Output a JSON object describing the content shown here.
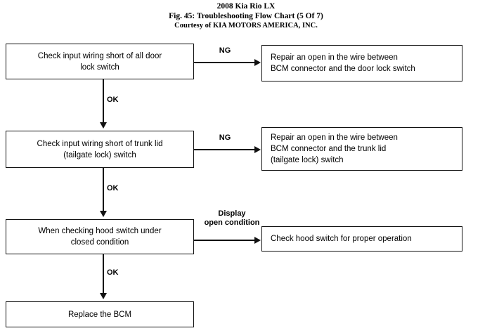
{
  "header": {
    "line1": "2008 Kia Rio LX",
    "line2": "Fig. 45: Troubleshooting Flow Chart (5 Of 7)",
    "line3": "Courtesy of KIA MOTORS AMERICA, INC."
  },
  "chart_data": {
    "type": "diagram",
    "title": "Fig. 45: Troubleshooting Flow Chart (5 Of 7)",
    "nodes": [
      {
        "id": "door-lock-check",
        "label": "Check input wiring short of all door\nlock switch",
        "column": "left",
        "row": 1
      },
      {
        "id": "door-lock-repair",
        "label": "Repair an open in the wire between\nBCM connector and the door lock switch",
        "column": "right",
        "row": 1
      },
      {
        "id": "trunk-lid-check",
        "label": "Check input wiring short of trunk lid\n(tailgate lock) switch",
        "column": "left",
        "row": 2
      },
      {
        "id": "trunk-lid-repair",
        "label": "Repair an open in the wire between\nBCM connector and the trunk lid\n(tailgate lock) switch",
        "column": "right",
        "row": 2
      },
      {
        "id": "hood-switch-closed",
        "label": "When checking hood switch under\nclosed condition",
        "column": "left",
        "row": 3
      },
      {
        "id": "hood-switch-operation",
        "label": "Check hood switch for proper operation",
        "column": "right",
        "row": 3
      },
      {
        "id": "replace-bcm",
        "label": "Replace the BCM",
        "column": "left",
        "row": 4
      }
    ],
    "edges": [
      {
        "from": "door-lock-check",
        "to": "door-lock-repair",
        "label": "NG",
        "direction": "right"
      },
      {
        "from": "door-lock-check",
        "to": "trunk-lid-check",
        "label": "OK",
        "direction": "down"
      },
      {
        "from": "trunk-lid-check",
        "to": "trunk-lid-repair",
        "label": "NG",
        "direction": "right"
      },
      {
        "from": "trunk-lid-check",
        "to": "hood-switch-closed",
        "label": "OK",
        "direction": "down"
      },
      {
        "from": "hood-switch-closed",
        "to": "hood-switch-operation",
        "label": "Display\nopen condition",
        "direction": "right"
      },
      {
        "from": "hood-switch-closed",
        "to": "replace-bcm",
        "label": "OK",
        "direction": "down"
      }
    ],
    "colors": {
      "line": "#111111",
      "background": "#ffffff",
      "text": "#000000"
    }
  }
}
